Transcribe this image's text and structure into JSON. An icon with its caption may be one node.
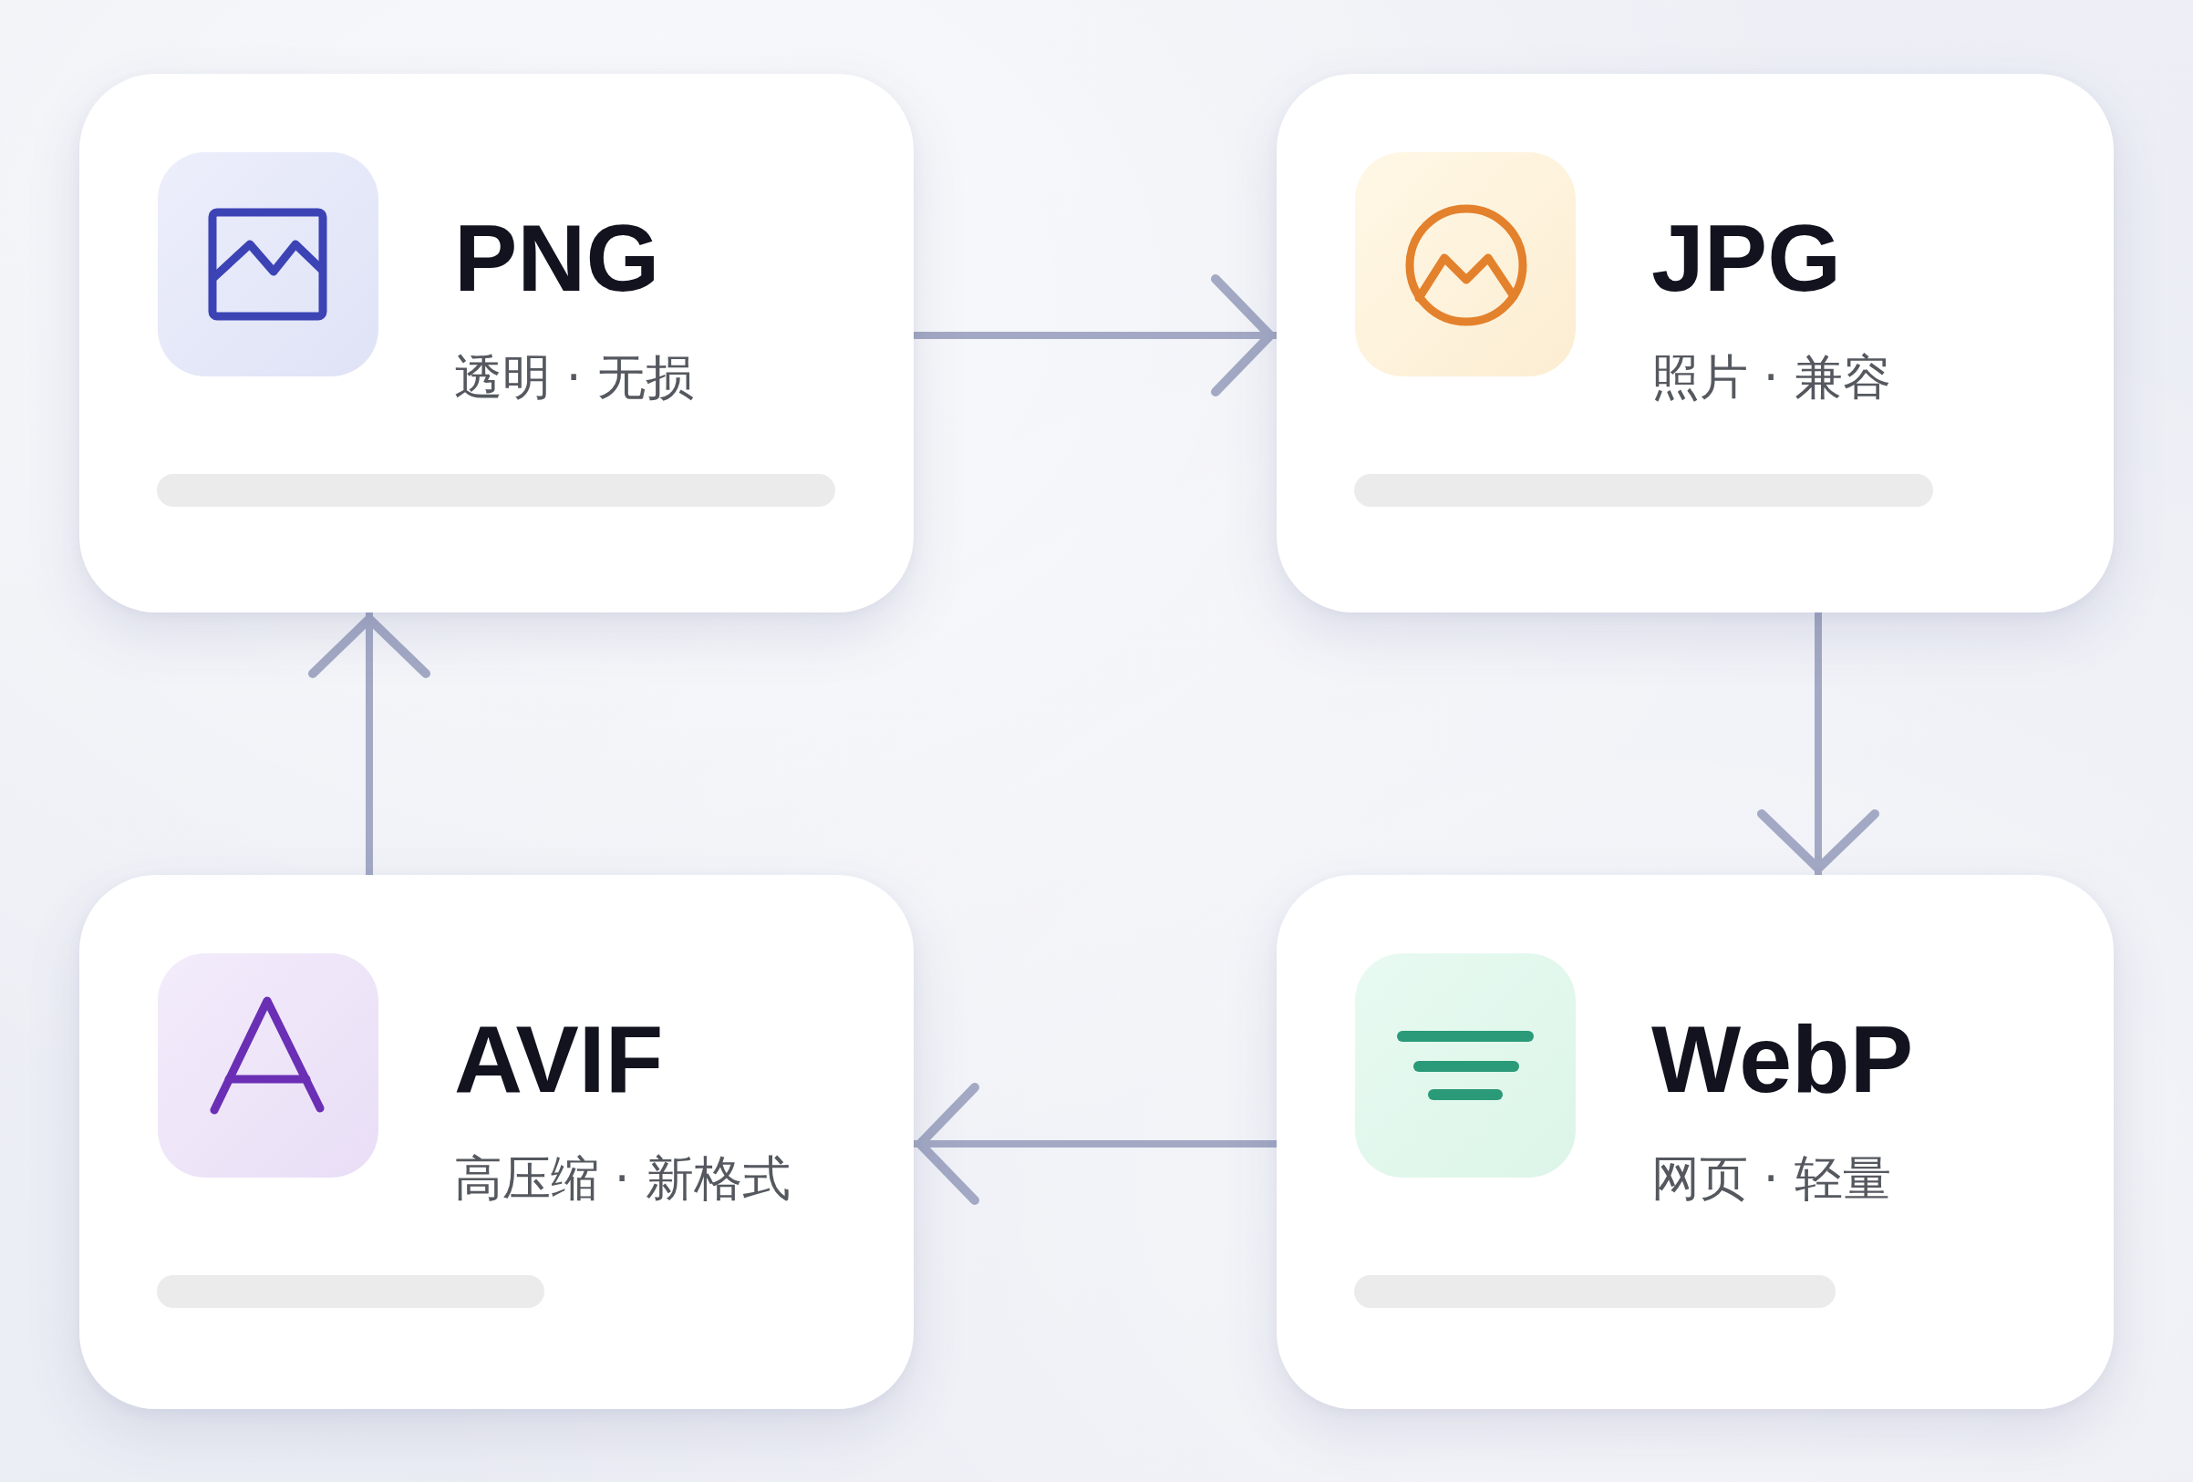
{
  "diagram": {
    "nodes": [
      {
        "text": [
          "PNG",
          "透明 · 无损"
        ]
      },
      {
        "text": [
          "JPG",
          "照片 · 兼容"
        ]
      },
      {
        "text": [
          "AVIF",
          "高压缩 · 新格式"
        ]
      },
      {
        "text": [
          "WebP",
          "网页 · 轻量"
        ]
      }
    ],
    "edges": [
      {
        "from": 0,
        "to": 1,
        "arrow": "to"
      },
      {
        "from": 1,
        "to": 3,
        "arrow": "to"
      },
      {
        "from": 3,
        "to": 2,
        "arrow": "to"
      },
      {
        "from": 2,
        "to": 0,
        "arrow": "to"
      }
    ]
  }
}
